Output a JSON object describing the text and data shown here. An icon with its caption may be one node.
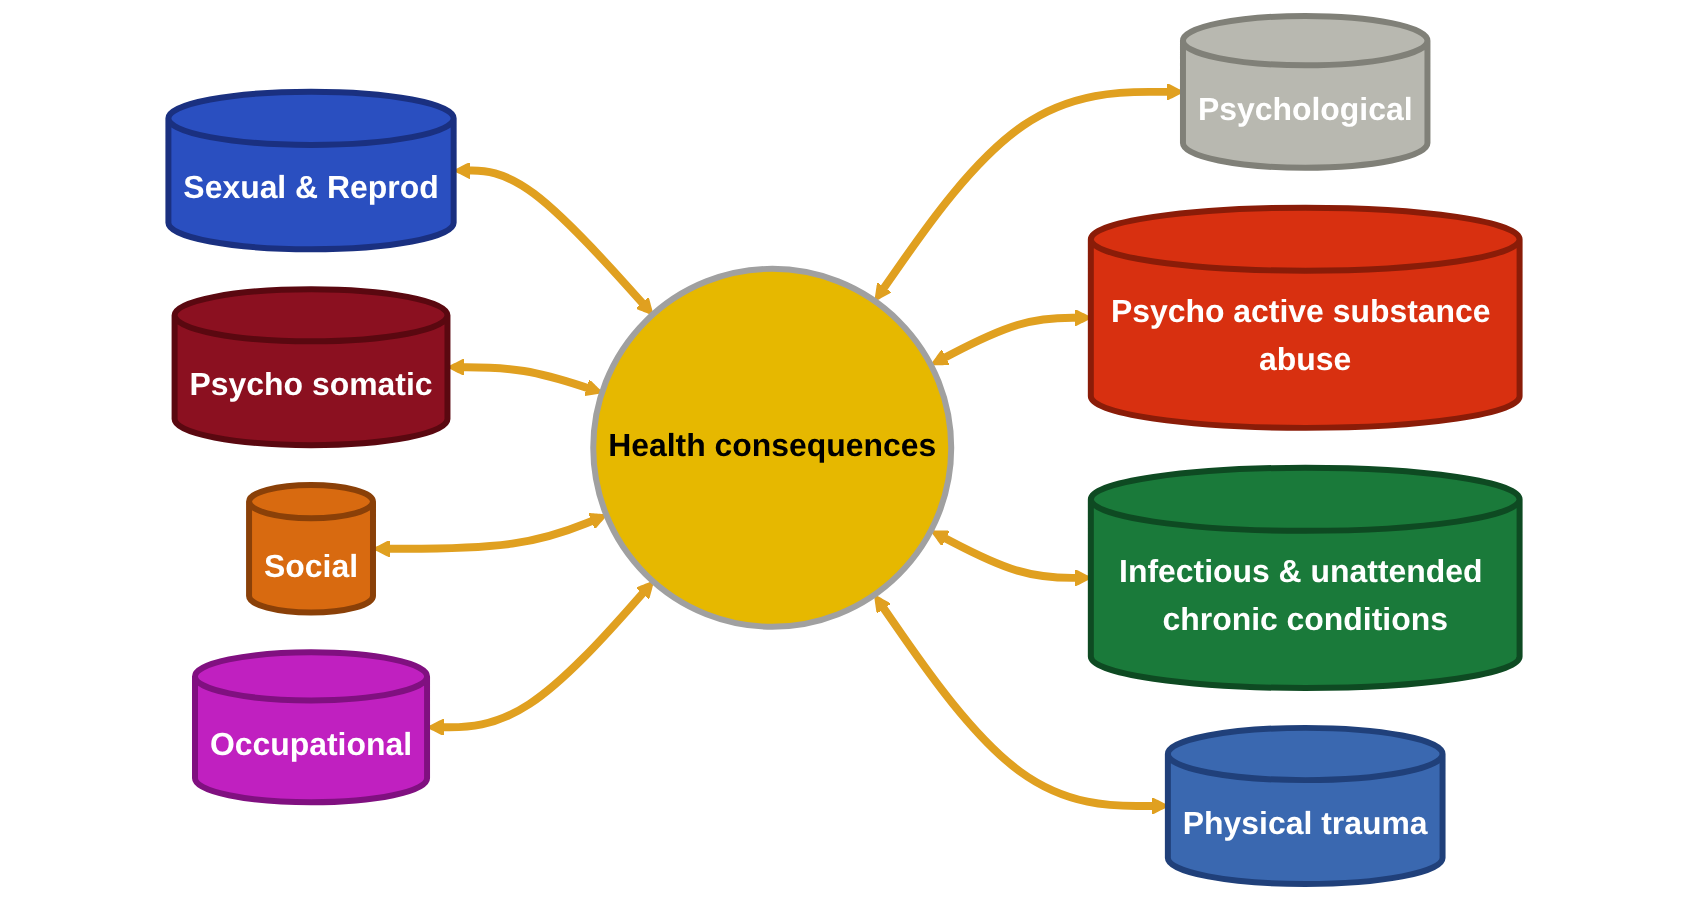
{
  "diagram": {
    "nodes": [
      {
        "text": [
          "Health consequences"
        ]
      },
      {
        "text": [
          "Sexual & Reprod"
        ]
      },
      {
        "text": [
          "Psycho somatic"
        ]
      },
      {
        "text": [
          "Social"
        ]
      },
      {
        "text": [
          "Occupational"
        ]
      },
      {
        "text": [
          "Psychological"
        ]
      },
      {
        "text": [
          "Psycho active substance abuse"
        ]
      },
      {
        "text": [
          "Infectious & unattended chronic conditions"
        ]
      },
      {
        "text": [
          "Physical trauma"
        ]
      }
    ],
    "edges": [
      {
        "from": 1,
        "to": 0,
        "arrow": "both"
      },
      {
        "from": 2,
        "to": 0,
        "arrow": "both"
      },
      {
        "from": 3,
        "to": 0,
        "arrow": "both"
      },
      {
        "from": 4,
        "to": 0,
        "arrow": "both"
      },
      {
        "from": 0,
        "to": 5,
        "arrow": "both"
      },
      {
        "from": 0,
        "to": 6,
        "arrow": "both"
      },
      {
        "from": 0,
        "to": 7,
        "arrow": "both"
      },
      {
        "from": 0,
        "to": 8,
        "arrow": "both"
      }
    ]
  }
}
